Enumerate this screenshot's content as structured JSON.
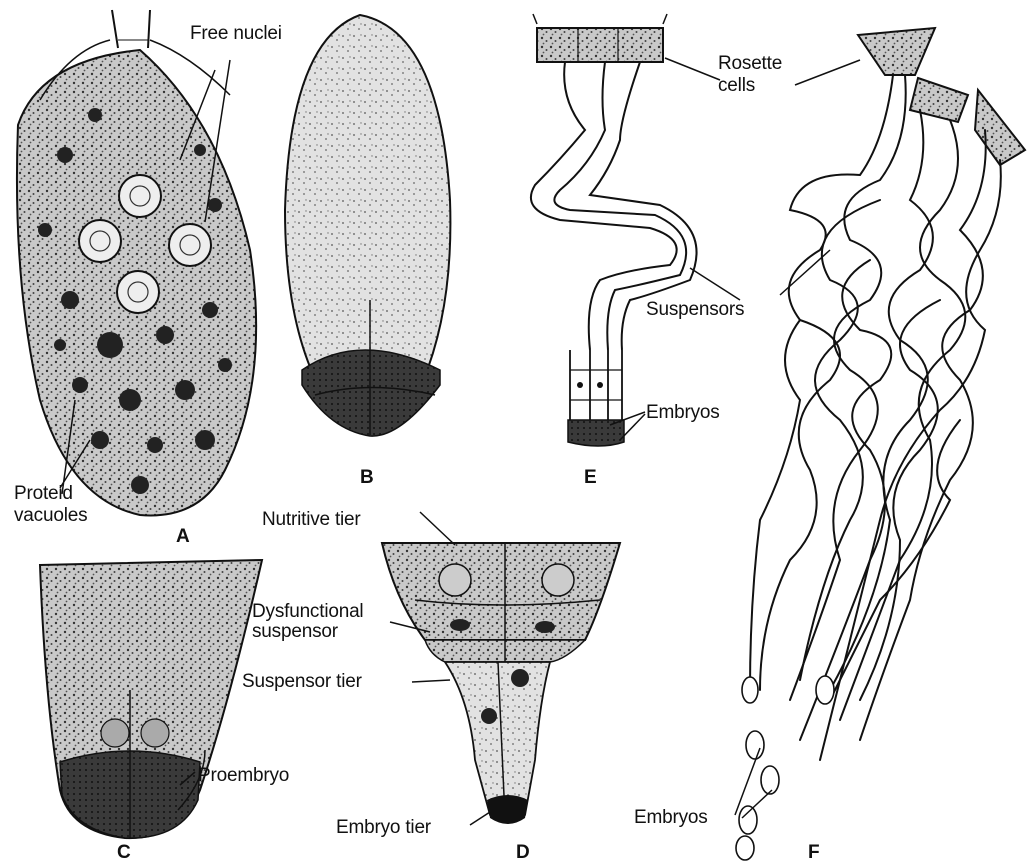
{
  "panels": {
    "a": "A",
    "b": "B",
    "c": "C",
    "d": "D",
    "e": "E",
    "f": "F"
  },
  "labels": {
    "free_nuclei": "Free nuclei",
    "proteid_vacuoles_line1": "Proteid",
    "proteid_vacuoles_line2": "vacuoles",
    "nutritive_tier": "Nutritive tier",
    "dysfunctional_line1": "Dysfunctional",
    "dysfunctional_line2": "suspensor",
    "suspensor_tier": "Suspensor tier",
    "embryo_tier": "Embryo tier",
    "proembryo": "Proembryo",
    "rosette_line1": "Rosette",
    "rosette_line2": "cells",
    "suspensors": "Suspensors",
    "embryos_e": "Embryos",
    "embryos_f": "Embryos"
  },
  "colors": {
    "ink": "#111111",
    "stipple": "#3a3a3a",
    "paper": "#ffffff"
  }
}
